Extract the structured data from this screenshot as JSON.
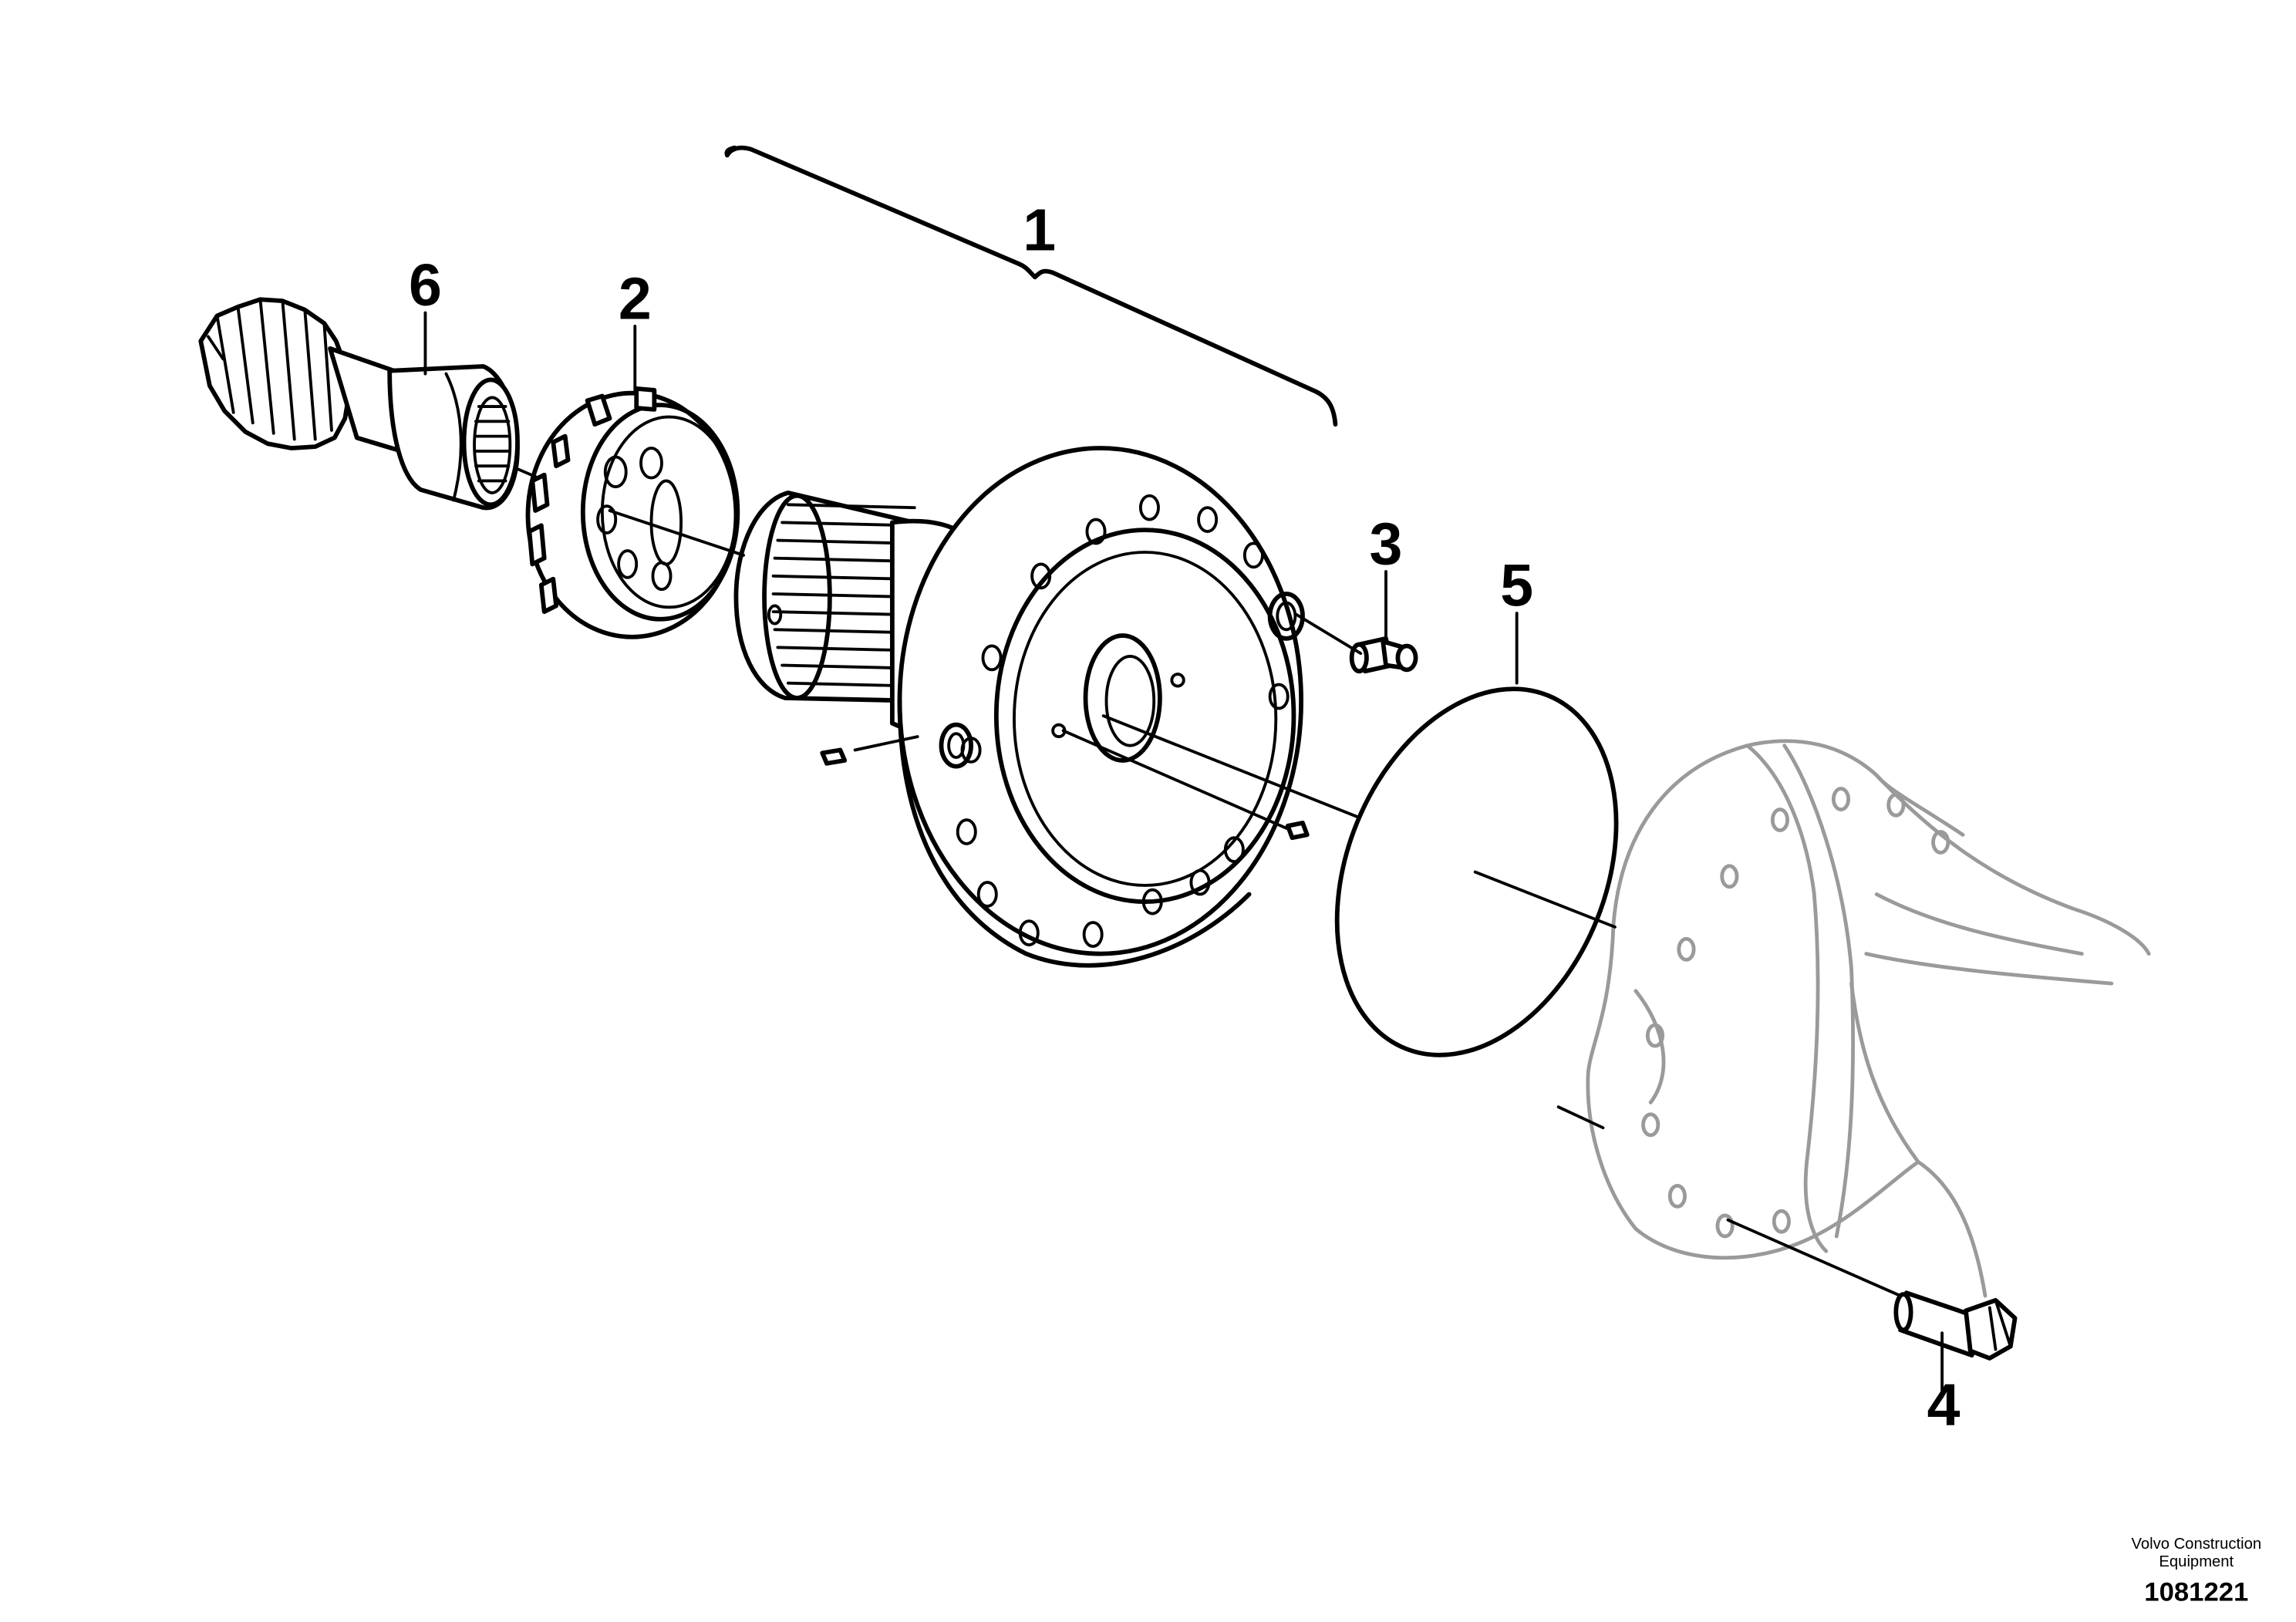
{
  "callouts": [
    {
      "id": "1",
      "label": "1"
    },
    {
      "id": "2",
      "label": "2"
    },
    {
      "id": "3",
      "label": "3"
    },
    {
      "id": "4",
      "label": "4"
    },
    {
      "id": "5",
      "label": "5"
    },
    {
      "id": "6",
      "label": "6"
    }
  ],
  "footer": {
    "brand_line1": "Volvo Construction",
    "brand_line2": "Equipment",
    "drawing_number": "1081221"
  }
}
